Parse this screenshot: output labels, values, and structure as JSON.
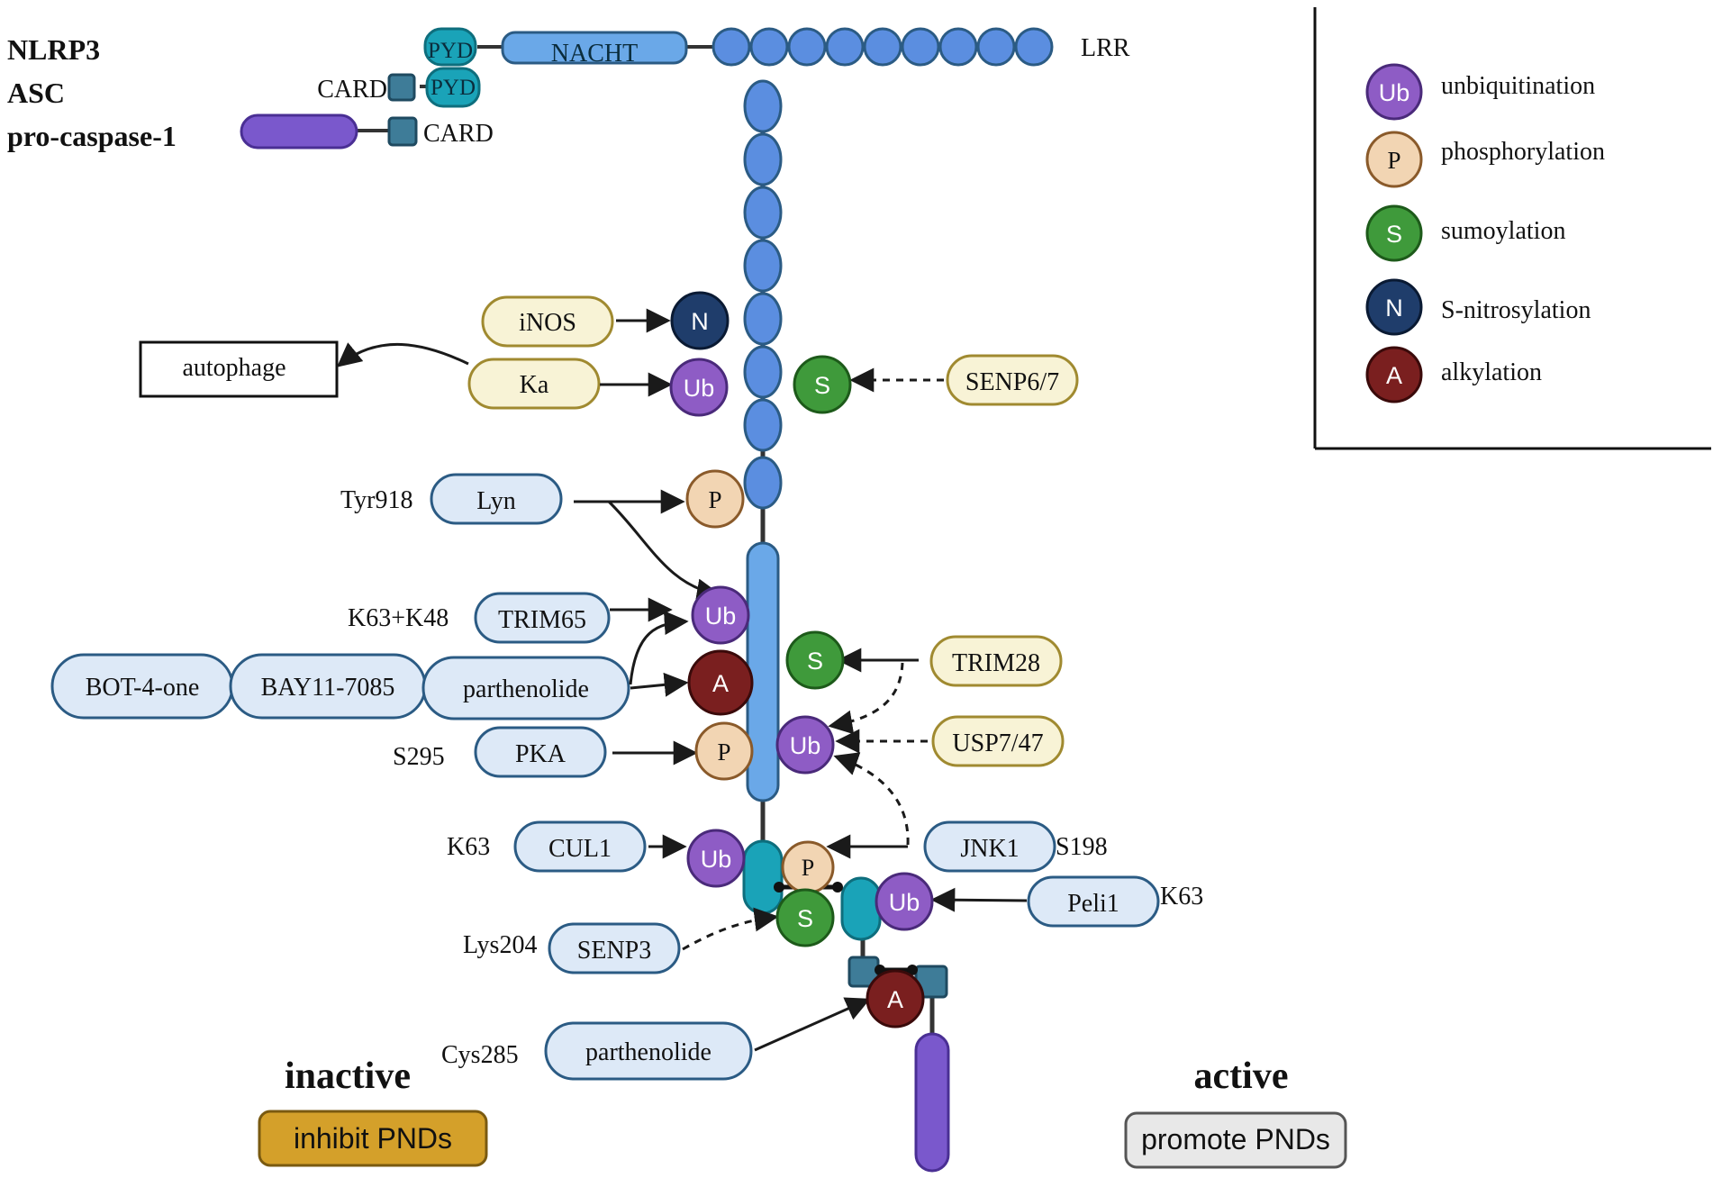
{
  "proteins": {
    "nlrp3_title": "NLRP3",
    "asc_title": "ASC",
    "procaspase_title": "pro-caspase-1",
    "pyd": "PYD",
    "pyd_asc": "PYD",
    "nacht": "NACHT",
    "lrr": "LRR",
    "card_asc": "CARD",
    "card_casp": "CARD"
  },
  "legend": {
    "items": [
      {
        "symbol": "Ub",
        "label": "unbiquitination",
        "color": "#8e5cc5"
      },
      {
        "symbol": "P",
        "label": "phosphorylation",
        "color": "#f2d5b3"
      },
      {
        "symbol": "S",
        "label": "sumoylation",
        "color": "#3f9a3b"
      },
      {
        "symbol": "N",
        "label": "S-nitrosylation",
        "color": "#1f3d6b"
      },
      {
        "symbol": "A",
        "label": "alkylation",
        "color": "#7a1f1f"
      }
    ]
  },
  "modifiers": {
    "inos": "iNOS",
    "ka": "Ka",
    "autophage": "autophage",
    "senp67": "SENP6/7",
    "lyn": "Lyn",
    "trim65": "TRIM65",
    "bot4one": "BOT-4-one",
    "bay": "BAY11-7085",
    "parthenolide1": "parthenolide",
    "trim28": "TRIM28",
    "usp": "USP7/47",
    "pka": "PKA",
    "cul1": "CUL1",
    "jnk1": "JNK1",
    "peli1": "Peli1",
    "senp3": "SENP3",
    "parthenolide2": "parthenolide"
  },
  "sites": {
    "tyr918": "Tyr918",
    "k63k48": "K63+K48",
    "s295": "S295",
    "k63_cul1": "K63",
    "s198": "S198",
    "k63_peli1": "K63",
    "lys204": "Lys204",
    "cys285": "Cys285"
  },
  "marks": {
    "ub": "Ub",
    "p": "P",
    "s": "S",
    "n": "N",
    "a": "A"
  },
  "footer": {
    "inactive": "inactive",
    "inhibit": "inhibit PNDs",
    "active": "active",
    "promote": "promote PNDs"
  },
  "colors": {
    "ub": "#8e5cc5",
    "p": "#f2d5b3",
    "s": "#3f9a3b",
    "n": "#1f3d6b",
    "a": "#7a1f1f",
    "blue_box_fill": "#dde9f7",
    "blue_box_stroke": "#2b5b84",
    "yellow_box_fill": "#f8f3d6",
    "yellow_box_stroke": "#a08a30",
    "lrr": "#5b8ee0",
    "nacht": "#6aa8e8",
    "pyd": "#1aa3b8",
    "card": "#3e7c98",
    "caspase": "#7a58cc",
    "inhibit_fill": "#d4a02a",
    "promote_fill": "#e8e8e8"
  }
}
